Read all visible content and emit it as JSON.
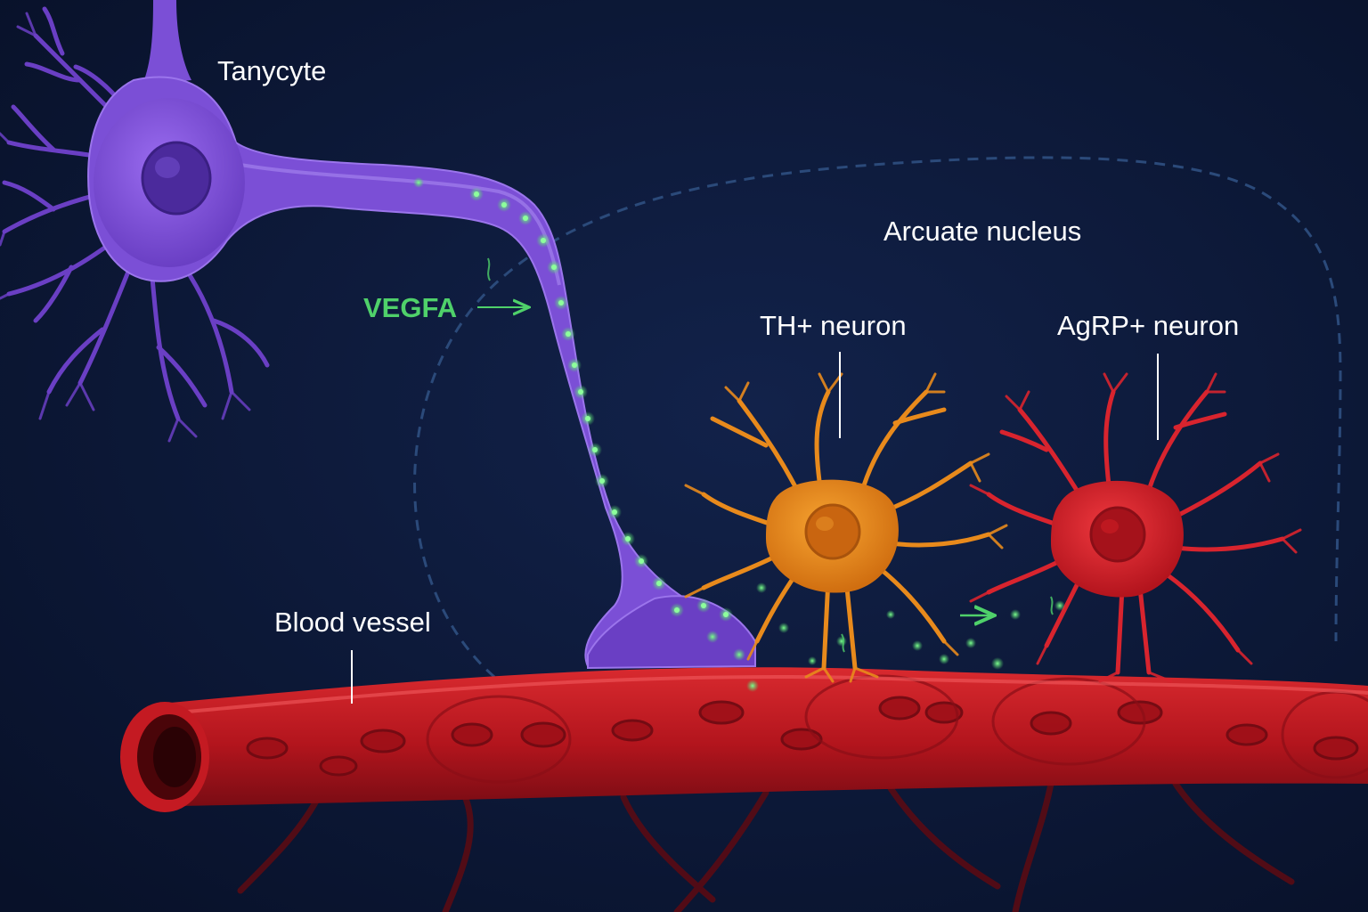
{
  "labels": {
    "tanycyte": "Tanycyte",
    "arcuate_nucleus": "Arcuate nucleus",
    "vegfa": "VEGFA",
    "th_neuron": "TH+ neuron",
    "agrp_neuron": "AgRP+ neuron",
    "blood_vessel": "Blood vessel"
  },
  "colors": {
    "background": "#0b1633",
    "tanycyte": "#7b4fd6",
    "th_neuron": "#e88a1c",
    "agrp_neuron": "#d8242e",
    "vessel": "#c41a22",
    "vegfa": "#4fd16a",
    "nucleus_outline": "#2b4a7a"
  }
}
